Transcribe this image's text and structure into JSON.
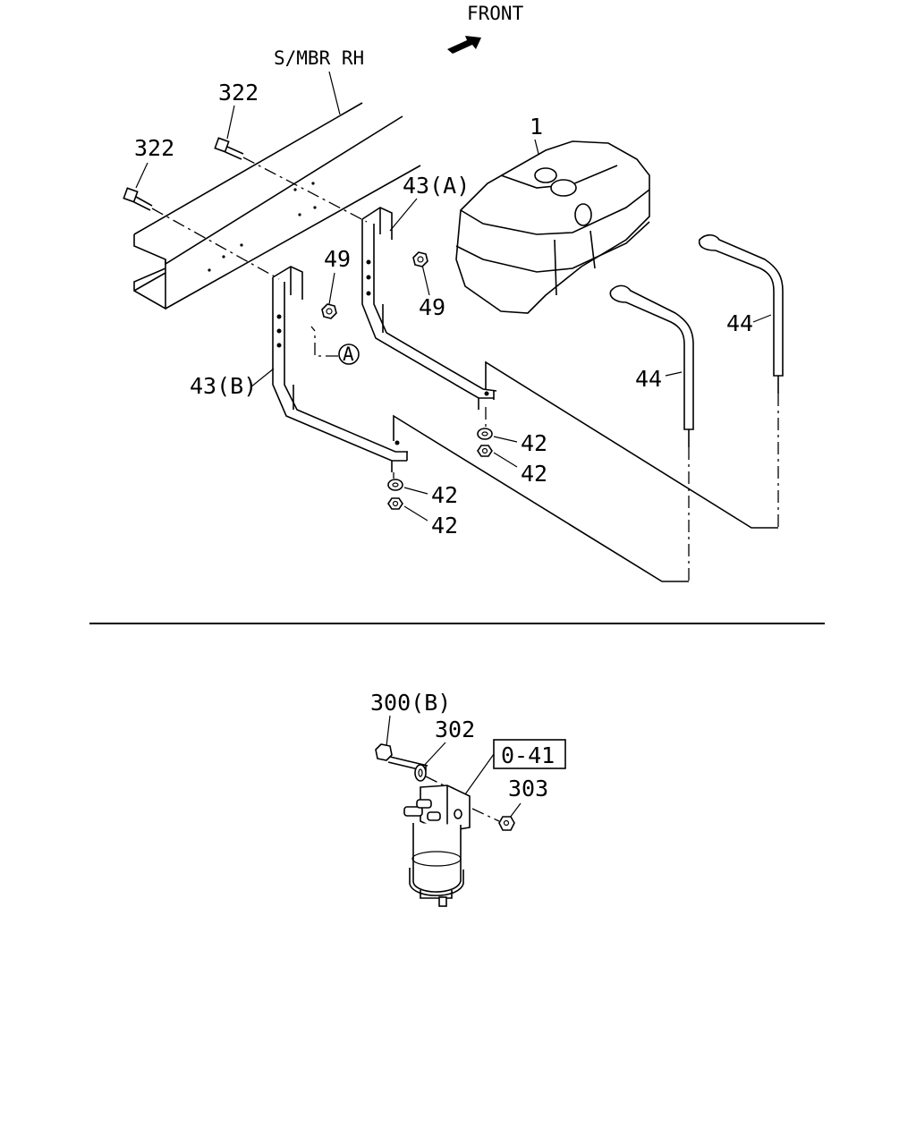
{
  "header": {
    "front_label": "FRONT",
    "frame_label": "S/MBR RH",
    "front_arrow_icon": "front-arrow-icon"
  },
  "callouts": {
    "bolt_322_a": "322",
    "bolt_322_b": "322",
    "tank_1": "1",
    "bracket_43a": "43(A)",
    "bracket_43b": "43(B)",
    "nut_49_a": "49",
    "nut_49_b": "49",
    "strap_44_a": "44",
    "strap_44_b": "44",
    "nut_42_a": "42",
    "nut_42_b": "42",
    "nut_42_c": "42",
    "nut_42_d": "42",
    "ref_circle_a": "A"
  },
  "lower": {
    "bolt_300b": "300(B)",
    "washer_302": "302",
    "ref_box": "0-41",
    "nut_303": "303"
  }
}
